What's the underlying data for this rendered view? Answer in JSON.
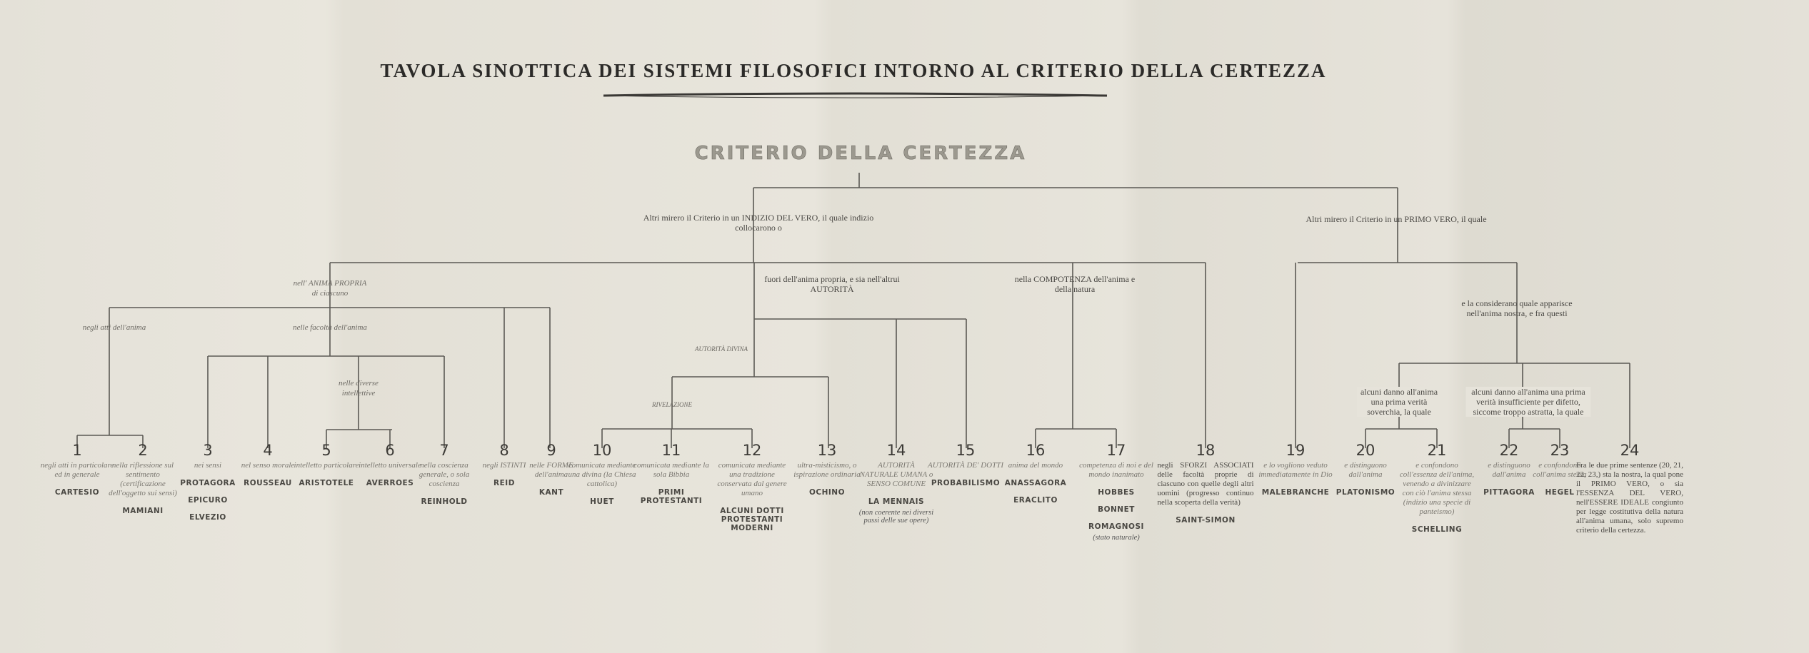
{
  "title": "TAVOLA SINOTTICA DEI SISTEMI FILOSOFICI INTORNO AL CRITERIO DELLA CERTEZZA",
  "root": "CRITERIO DELLA CERTEZZA",
  "branches": {
    "indizio": "Altri mirero il Criterio in un INDIZIO DEL VERO, il quale indizio collocarono o",
    "primo_vero": "Altri mirero il Criterio in un PRIMO VERO, il quale",
    "anima_propria": "nell' ANIMA PROPRIA di ciascuno",
    "atti": "negli atti dell'anima",
    "facolta": "nelle facoltà dell'anima",
    "intellettive": "nelle diverse intellettive",
    "autorita": "fuori dell'anima propria, e sia nell'altrui AUTORITÀ",
    "autorita_divina": "AUTORITÀ DIVINA",
    "rivelazione": "RIVELAZIONE",
    "compotenza": "nella COMPOTENZA dell'anima e della natura",
    "considerano": "e la considerano quale apparisce nell'anima nostra, e fra questi",
    "soverchio": "alcuni danno all'anima una prima verità soverchia, la quale",
    "insufficiente": "alcuni danno all'anima una prima verità insufficiente per difetto, siccome troppo astratta, la quale"
  },
  "leaves": [
    {
      "num": "1",
      "desc": "negli atti in particolare ed in generale",
      "names": [
        "CARTESIO"
      ]
    },
    {
      "num": "2",
      "desc": "nella riflessione sul sentimento (certificazione dell'oggetto sui sensi)",
      "names": [
        "MAMIANI"
      ]
    },
    {
      "num": "3",
      "desc": "nei sensi",
      "names": [
        "PROTAGORA",
        "EPICURO",
        "ELVEZIO"
      ]
    },
    {
      "num": "4",
      "desc": "nel senso morale",
      "names": [
        "ROUSSEAU"
      ]
    },
    {
      "num": "5",
      "desc": "intelletto particolare",
      "names": [
        "ARISTOTELE"
      ]
    },
    {
      "num": "6",
      "desc": "intelletto universale",
      "names": [
        "AVERROES"
      ]
    },
    {
      "num": "7",
      "desc": "nella coscienza generale, o sola coscienza",
      "names": [
        "REINHOLD"
      ]
    },
    {
      "num": "8",
      "desc": "negli ISTINTI",
      "names": [
        "REID"
      ]
    },
    {
      "num": "9",
      "desc": "nelle FORME dell'anima",
      "names": [
        "KANT"
      ]
    },
    {
      "num": "10",
      "desc": "comunicata mediante una divina (la Chiesa cattolica)",
      "names": [
        "HUET"
      ]
    },
    {
      "num": "11",
      "desc": "comunicata mediante la sola Bibbia",
      "names": [
        "PRIMI PROTESTANTI"
      ]
    },
    {
      "num": "12",
      "desc": "comunicata mediante una tradizione conservata dal genere umano",
      "names": [
        "ALCUNI DOTTI PROTESTANTI MODERNI"
      ]
    },
    {
      "num": "13",
      "desc": "ultra-misticismo, o ispirazione ordinaria",
      "names": [
        "OCHINO"
      ]
    },
    {
      "num": "14",
      "desc": "AUTORITÀ NATURALE UMANA o SENSO COMUNE",
      "names": [
        "LA MENNAIS"
      ],
      "note": "(non coerente nei diversi passi delle sue opere)"
    },
    {
      "num": "15",
      "desc": "AUTORITÀ DE' DOTTI",
      "names": [
        "PROBABILISMO"
      ]
    },
    {
      "num": "16",
      "desc": "anima del mondo",
      "names": [
        "ANASSAGORA",
        "ERACLITO"
      ]
    },
    {
      "num": "17",
      "desc": "competenza di noi e del mondo inanimato",
      "names": [
        "HOBBES",
        "BONNET",
        "ROMAGNOSI"
      ],
      "note": "(stato naturale)"
    },
    {
      "num": "18",
      "desc": "negli SFORZI ASSOCIATI delle facoltà proprie di ciascuno con quelle degli altri uomini (progresso continuo nella scoperta della verità)",
      "names": [
        "SAINT-SIMON"
      ]
    },
    {
      "num": "19",
      "desc": "e lo vogliono veduto immediatamente in Dio",
      "names": [
        "MALEBRANCHE"
      ]
    },
    {
      "num": "20",
      "desc": "e distinguono dall'anima",
      "names": [
        "PLATONISMO"
      ]
    },
    {
      "num": "21",
      "desc": "e confondono coll'essenza dell'anima, venendo a divinizzare con ciò l'anima stessa (indizio una specie di panteismo)",
      "names": [
        "SCHELLING"
      ]
    },
    {
      "num": "22",
      "desc": "e distinguono dall'anima",
      "names": [
        "PITTAGORA"
      ]
    },
    {
      "num": "23",
      "desc": "e confondono coll'anima stessa",
      "names": [
        "HEGEL"
      ]
    },
    {
      "num": "24",
      "desc": "Fra le due prime sentenze (20, 21, 22, 23,) sta la nostra, la qual pone il PRIMO VERO, o sia l'ESSENZA DEL VERO, nell'ESSERE IDEALE congiunto per legge costitutiva della natura all'anima umana, solo supremo criterio della certezza.",
      "names": []
    }
  ]
}
